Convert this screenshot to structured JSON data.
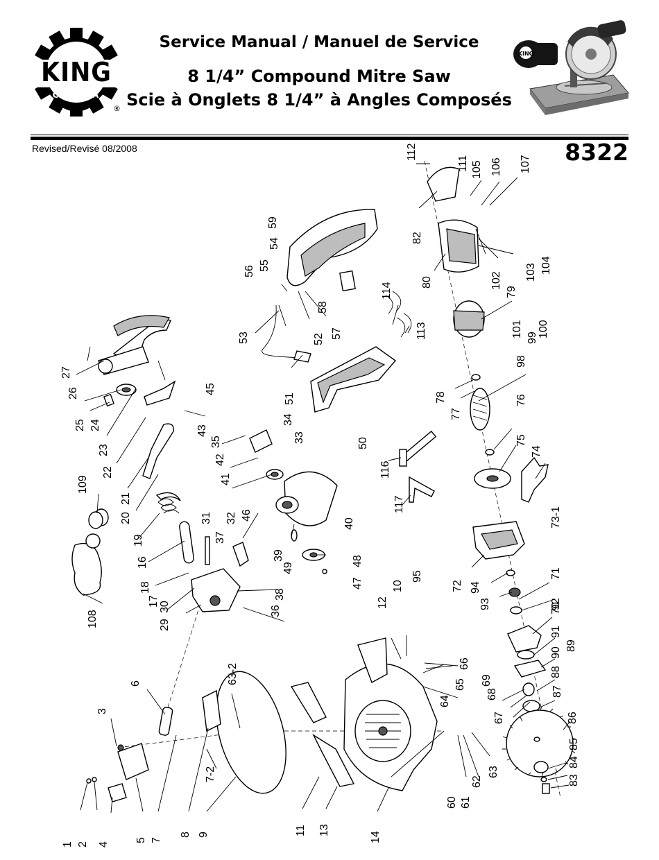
{
  "header": {
    "brand_name": "KING",
    "brand_sub": "CANADA",
    "registered": "®",
    "title_line1": "Service Manual / Manuel de Service",
    "title_line2": "8 1/4” Compound Mitre Saw",
    "title_line3": "Scie à Onglets 8 1/4” à Angles Composés",
    "revised": "Revised/Revisé 08/2008",
    "model": "8322",
    "photo_badge": "KING"
  },
  "diagram": {
    "part_labels": [
      "1",
      "2",
      "3",
      "4",
      "5",
      "6",
      "7",
      "7-2",
      "8",
      "9",
      "10",
      "11",
      "12",
      "13",
      "14",
      "16",
      "17",
      "18",
      "19",
      "20",
      "21",
      "22",
      "23",
      "24",
      "25",
      "26",
      "27",
      "29",
      "30",
      "31",
      "32",
      "33",
      "34",
      "35",
      "36",
      "37",
      "38",
      "39",
      "40",
      "41",
      "42",
      "43",
      "45",
      "46",
      "47",
      "48",
      "49",
      "50",
      "51",
      "52",
      "53",
      "54",
      "55",
      "56",
      "57",
      "58",
      "59",
      "60",
      "61",
      "62",
      "63",
      "63-2",
      "64",
      "65",
      "66",
      "67",
      "68",
      "69",
      "70",
      "71",
      "72",
      "73-1",
      "74",
      "75",
      "76",
      "77",
      "78",
      "79",
      "80",
      "82",
      "83",
      "84",
      "85",
      "86",
      "87",
      "88",
      "89",
      "90",
      "91",
      "92",
      "93",
      "94",
      "95",
      "98",
      "99",
      "100",
      "101",
      "102",
      "103",
      "104",
      "105",
      "106",
      "107",
      "108",
      "109",
      "111",
      "112",
      "113",
      "114",
      "116",
      "117"
    ]
  },
  "colors": {
    "ink": "#000000",
    "paper": "#ffffff",
    "shade": "#bdbdbd"
  }
}
